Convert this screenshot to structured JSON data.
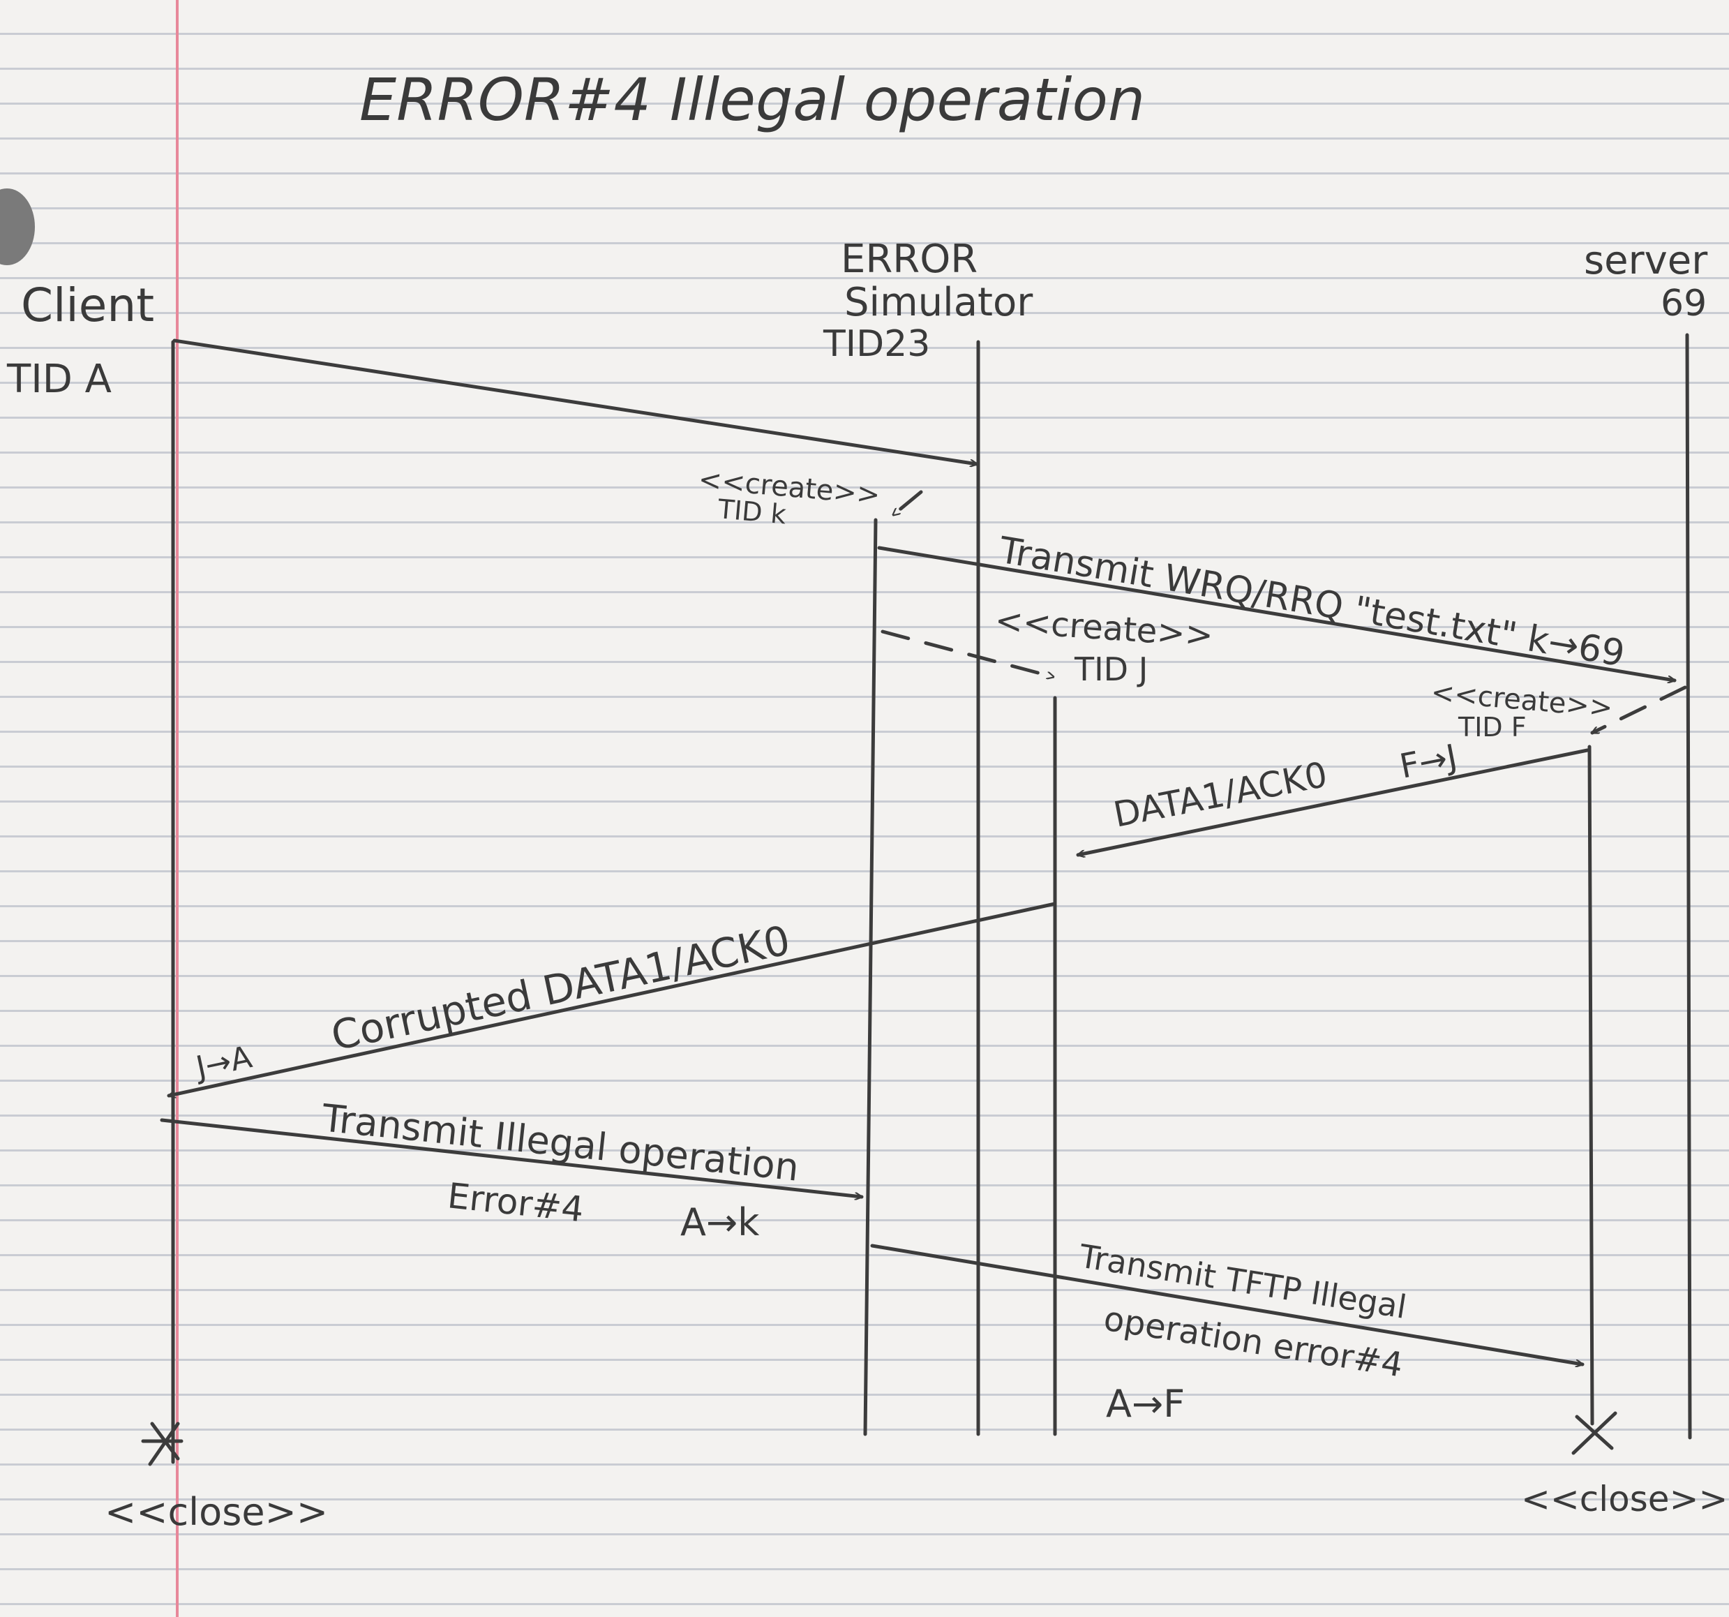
{
  "title": "ERROR#4 Illegal operation",
  "participants": {
    "client": {
      "name": "Client",
      "tid": "TID A"
    },
    "simulator": {
      "name1": "ERROR",
      "name2": "Simulator",
      "tid": "TID23"
    },
    "server": {
      "name": "server",
      "tid": "69"
    }
  },
  "notes": {
    "create_k_1": "<<create>>",
    "create_k_2": "TID k",
    "create_j_1": "<<create>>",
    "create_j_2": "TID J",
    "create_f_1": "<<create>>",
    "create_f_2": "TID F",
    "close_client": "<<close>>",
    "close_server": "<<close>>"
  },
  "messages": {
    "wrq": "Transmit WRQ/RRQ \"test.txt\" k→69",
    "data_ack": "DATA1/ACK0",
    "data_ack_dir": "F→J",
    "corrupted": "Corrupted DATA1/ACK0",
    "corrupted_dir": "J→A",
    "illegal_1": "Transmit Illegal operation",
    "illegal_2": "Error#4",
    "illegal_dir": "A→k",
    "tftp_1": "Transmit TFTP Illegal",
    "tftp_2": "operation error#4",
    "tftp_dir": "A→F"
  }
}
